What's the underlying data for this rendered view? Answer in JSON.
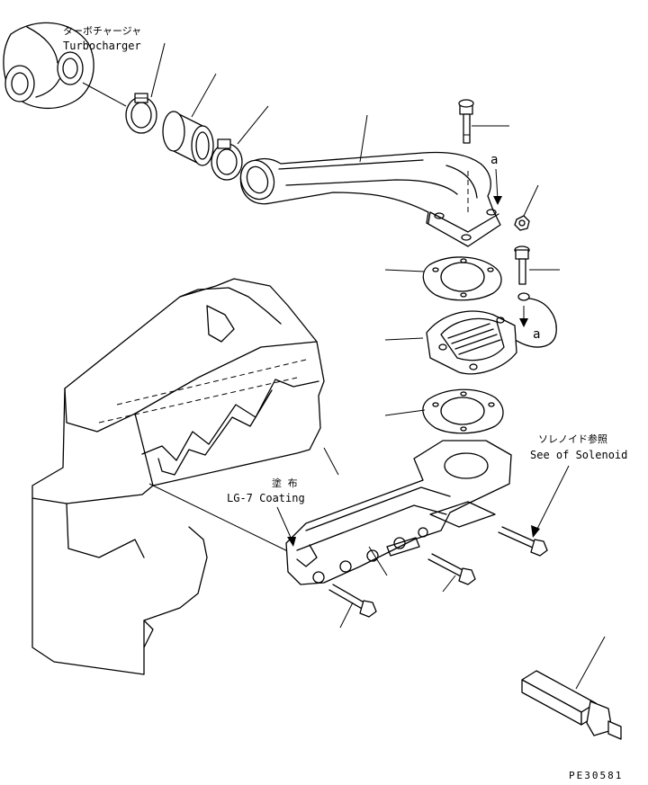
{
  "labels": {
    "turbocharger_jp": "ターボチャージャ",
    "turbocharger_en": "Turbocharger",
    "coating_jp": "塗 布",
    "coating_en": "LG-7 Coating",
    "solenoid_jp": "ソレノイド参照",
    "solenoid_en": "See of Solenoid",
    "callout_a_top": "a",
    "callout_a_bottom": "a",
    "drawing_code": "PE30581"
  },
  "parts": [
    "turbocharger",
    "hose-clamp-1",
    "connector-hose",
    "hose-clamp-2",
    "air-intake-pipe",
    "upper-bolt",
    "nut",
    "upper-gasket",
    "heater-bolt",
    "air-heater",
    "lower-gasket",
    "intake-manifold",
    "manifold-bolt",
    "manifold-bolt-2",
    "solenoid-bolt",
    "engine-block",
    "tool"
  ]
}
